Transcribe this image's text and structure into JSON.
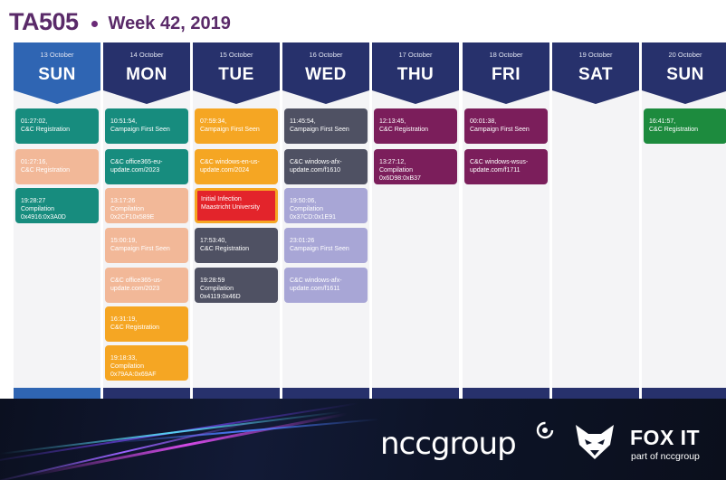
{
  "header": {
    "title": "TA505",
    "subtitle": "Week 42, 2019"
  },
  "days": [
    {
      "date": "13 October",
      "day": "SUN",
      "events": [
        {
          "line1": "01:27:02,",
          "line2": "C&C Registration",
          "color": "#178c7e"
        },
        {
          "line1": "01:27:16,",
          "line2": "C&C Registration",
          "color": "#f2b898"
        },
        {
          "line1": "19:28:27",
          "line2": "Compilation",
          "line3": "0x4916:0x3A0D",
          "color": "#178c7e"
        }
      ]
    },
    {
      "date": "14 October",
      "day": "MON",
      "events": [
        {
          "line1": "10:51:54,",
          "line2": "Campaign First Seen",
          "color": "#178c7e"
        },
        {
          "line1": "C&C office365-eu-",
          "line2": "update.com/2023",
          "color": "#178c7e"
        },
        {
          "line1": "13:17:26",
          "line2": "Compilation",
          "line3": "0x2CF10x589E",
          "color": "#f2b898"
        },
        {
          "line1": "15:00:19,",
          "line2": "Campaign First Seen",
          "color": "#f2b898"
        },
        {
          "line1": "C&C office365-us-",
          "line2": "update.com/2023",
          "color": "#f2b898"
        },
        {
          "line1": "16:31:19,",
          "line2": "C&C Registration",
          "color": "#f5a623"
        },
        {
          "line1": "19:18:33,",
          "line2": "Compilation",
          "line3": "0x79AA:0x69AF",
          "color": "#f5a623"
        }
      ]
    },
    {
      "date": "15 October",
      "day": "TUE",
      "events": [
        {
          "line1": "07:59:34,",
          "line2": "Campaign First Seen",
          "color": "#f5a623"
        },
        {
          "line1": "C&C windows-en-us-",
          "line2": "update.com/2024",
          "color": "#f5a623"
        },
        {
          "line1": "Initial Infection",
          "line2": "Maastricht University",
          "color": "#e3242b"
        },
        {
          "line1": "17:53:40,",
          "line2": "C&C Registration",
          "color": "#4f5163"
        },
        {
          "line1": "19:28:59",
          "line2": "Compilation",
          "line3": "0x4119:0x46D",
          "color": "#4f5163"
        }
      ]
    },
    {
      "date": "16 October",
      "day": "WED",
      "events": [
        {
          "line1": "11:45:54,",
          "line2": "Campaign First Seen",
          "color": "#4f5163"
        },
        {
          "line1": "C&C windows-afx-",
          "line2": "update.com/f1610",
          "color": "#4f5163"
        },
        {
          "line1": "19:50:06,",
          "line2": "Compilation",
          "line3": "0x37CD:0x1E91",
          "color": "#a8a6d6"
        },
        {
          "line1": "23:01:26",
          "line2": "Campaign First Seen",
          "color": "#a8a6d6"
        },
        {
          "line1": "C&C windows-afx-",
          "line2": "update.com/f1611",
          "color": "#a8a6d6"
        }
      ]
    },
    {
      "date": "17 October",
      "day": "THU",
      "events": [
        {
          "line1": "12:13:45,",
          "line2": "C&C Registration",
          "color": "#7b1e5b"
        },
        {
          "line1": "13:27:12,",
          "line2": "Compilation",
          "line3": "0x6D98:0xB37",
          "color": "#7b1e5b"
        }
      ]
    },
    {
      "date": "18 October",
      "day": "FRI",
      "events": [
        {
          "line1": "00:01:38,",
          "line2": "Campaign First Seen",
          "color": "#7b1e5b"
        },
        {
          "line1": "C&C windows-wsus-",
          "line2": "update.com/f1711",
          "color": "#7b1e5b"
        }
      ]
    },
    {
      "date": "19 October",
      "day": "SAT",
      "events": []
    },
    {
      "date": "20 October",
      "day": "SUN",
      "events": [
        {
          "line1": "16:41:57,",
          "line2": "C&C Registration",
          "color": "#1d8b3e"
        }
      ]
    }
  ],
  "footer": {
    "brand1": "nccgroup",
    "brand2": "FOX IT",
    "brand2_sub": "part of nccgroup"
  }
}
